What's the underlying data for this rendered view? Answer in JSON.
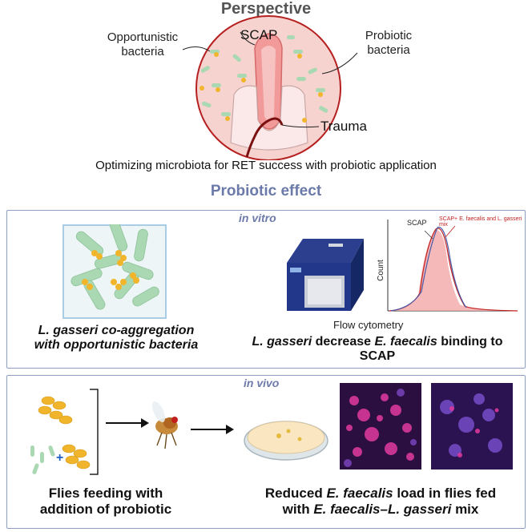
{
  "perspective": {
    "title": "Perspective",
    "label_opportunistic": [
      "Opportunistic",
      "bacteria"
    ],
    "label_scap": "SCAP",
    "label_probiotic": [
      "Probiotic",
      "bacteria"
    ],
    "label_trauma": "Trauma",
    "caption": "Optimizing microbiota for RET success with probiotic application"
  },
  "effect": {
    "title": "Probiotic effect"
  },
  "in_vitro": {
    "label": "in vitro",
    "coagg_caption_1": "L. gasseri co-aggregation",
    "coagg_caption_2": "with opportunistic bacteria",
    "flow_label": "Flow cytometry",
    "count_axis": "Count",
    "legend_scap": "SCAP",
    "legend_mix": "SCAP+ E. faecalis and L. gasseri mix",
    "binding_caption_1a": "L. gasseri",
    "binding_caption_1b": " decrease ",
    "binding_caption_1c": "E. faecalis",
    "binding_caption_1d": " binding to",
    "binding_caption_2": "SCAP"
  },
  "in_vivo": {
    "label": "in vivo",
    "flies_caption_1": "Flies feeding with",
    "flies_caption_2": "addition of probiotic",
    "load_caption_1a": "Reduced ",
    "load_caption_1b": "E. faecalis",
    "load_caption_1c": " load in flies fed",
    "load_caption_2a": "with ",
    "load_caption_2b": "E. faecalis",
    "load_caption_2c": "–",
    "load_caption_2d": "L. gasseri",
    "load_caption_2e": " mix"
  },
  "colors": {
    "accent": "#6b7aa8",
    "bacteria_green": "#a9d8b3",
    "probiotic_yellow": "#f1b52c",
    "tissue_pink": "#f3b2b0"
  }
}
